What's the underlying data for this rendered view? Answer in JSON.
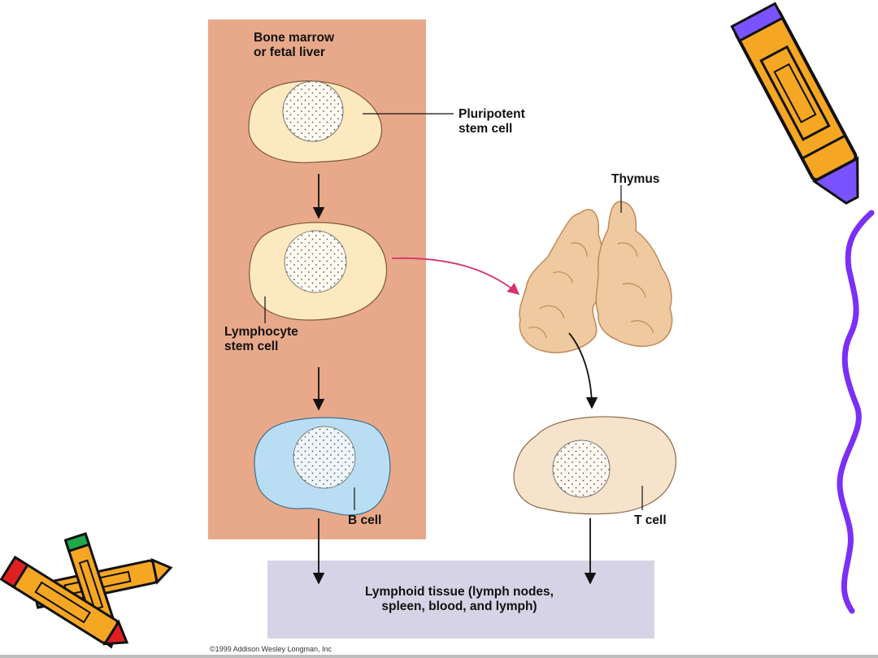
{
  "labels": {
    "bone_marrow": "Bone marrow\nor fetal liver",
    "pluripotent": "Pluripotent\nstem cell",
    "lymphocyte": "Lymphocyte\nstem cell",
    "b_cell": "B cell",
    "thymus": "Thymus",
    "t_cell": "T cell",
    "lymphoid": "Lymphoid tissue (lymph nodes,\nspleen, blood, and lymph)"
  },
  "copyright": "©1999 Addison Wesley Longman, Inc",
  "colors": {
    "marrow_panel": "#e8a98a",
    "lymphoid_box": "#d6d3e6",
    "stem_cell_fill": "#fde9bf",
    "b_cell_fill": "#b9def3",
    "t_cell_fill": "#f6e3cc",
    "thymus_fill": "#efc9a0",
    "migration_arrow": "#d6336c",
    "squiggle": "#7b2ff7",
    "crayon_orange": "#f5a623",
    "crayon_purple": "#7b52ff",
    "crayon_red": "#e02020",
    "crayon_green": "#1fa84a"
  },
  "icons": [
    "crayon-icon",
    "crayon-pair-icon",
    "squiggle-decoration"
  ]
}
